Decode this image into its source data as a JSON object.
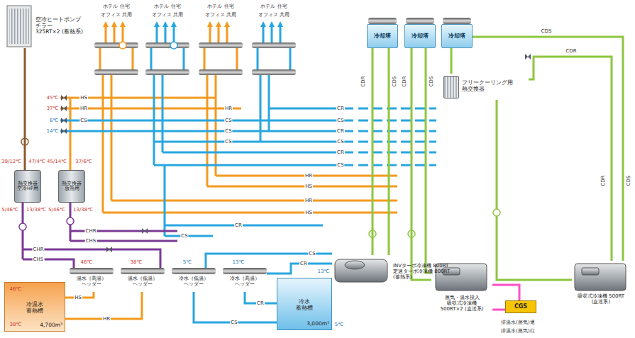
{
  "diagram": {
    "nodes": [
      {
        "text": [
          "空冷ヒートポンプ チラー",
          "325RT×2 (蓄熱系)"
        ]
      },
      {
        "text": [
          "冷却塔"
        ]
      },
      {
        "text": [
          "冷却塔"
        ]
      },
      {
        "text": [
          "冷却塔"
        ]
      },
      {
        "text": [
          "フリークーリング用 熱交換器"
        ]
      },
      {
        "text": [
          "熱交換器 空冷HP用"
        ]
      },
      {
        "text": [
          "熱交換器 放熱用"
        ]
      },
      {
        "text": [
          "温水（高温） ヘッダー"
        ]
      },
      {
        "text": [
          "温水（低温） ヘッダー"
        ]
      },
      {
        "text": [
          "冷水（低温） ヘッダー"
        ]
      },
      {
        "text": [
          "冷水（高温） ヘッダー"
        ]
      },
      {
        "text": [
          "冷温水 蓄熱槽",
          "4,700m³"
        ]
      },
      {
        "text": [
          "冷水 蓄熱槽",
          "3,000m³"
        ]
      },
      {
        "text": [
          "INVターボ冷凍機 800RT",
          "定速ターボ冷凍機 800RT",
          "(蓄熱系)"
        ]
      },
      {
        "text": [
          "蒸気・温水投入 吸収式冷凍機 500RT×2 (直送系)"
        ]
      },
      {
        "text": [
          "CGS"
        ]
      },
      {
        "text": [
          "吸収式冷凍機 500RT (直送系)"
        ]
      }
    ],
    "edges": [
      {
        "from": 1,
        "to": 13,
        "label": "CDR",
        "arrow": "none"
      },
      {
        "from": 1,
        "to": 13,
        "label": "CDS",
        "arrow": "none"
      },
      {
        "from": 2,
        "to": 14,
        "label": "CDR",
        "arrow": "none"
      },
      {
        "from": 2,
        "to": 14,
        "label": "CDS",
        "arrow": "none"
      },
      {
        "from": 3,
        "to": 4,
        "arrow": "none"
      },
      {
        "from": 3,
        "to": 16,
        "label": "CDS",
        "arrow": "none"
      },
      {
        "from": 4,
        "to": 16,
        "label": "CDR",
        "arrow": "none"
      },
      {
        "from": 15,
        "to": 14,
        "label": "排温水(蒸気)還",
        "arrow": "none"
      },
      {
        "from": 15,
        "to": 14,
        "label": "排温水(蒸気)往",
        "arrow": "none"
      },
      {
        "from": 11,
        "to": 7,
        "label": "HS",
        "arrow": "none"
      },
      {
        "from": 11,
        "to": 8,
        "label": "HR",
        "arrow": "none"
      },
      {
        "from": 12,
        "to": 9,
        "label": "CS",
        "arrow": "none"
      },
      {
        "from": 12,
        "to": 10,
        "label": "CR",
        "arrow": "none"
      },
      {
        "from": 13,
        "to": 10,
        "label": "CR",
        "arrow": "none"
      },
      {
        "from": 13,
        "to": 9,
        "label": "CS",
        "arrow": "none"
      },
      {
        "from": 0,
        "to": 5,
        "arrow": "none"
      }
    ],
    "labels": [
      "ホテル 住宅",
      "オフィス 共用",
      "ホテル 住宅",
      "オフィス 共用",
      "ホテル 住宅",
      "オフィス 共用",
      "ホテル 住宅",
      "オフィス 共用",
      "45℃",
      "37℃",
      "6℃",
      "14℃",
      "HS",
      "HR",
      "CS",
      "HR",
      "CS",
      "CS",
      "CS",
      "CR",
      "CS",
      "CR",
      "CS",
      "CR",
      "CS",
      "HR",
      "HS",
      "HR",
      "HS",
      "39/12℃",
      "47/4℃",
      "45/14℃",
      "37/6℃",
      "5/46℃",
      "13/38℃",
      "5/46℃",
      "13/38℃",
      "CHR",
      "CHS",
      "CHR",
      "CHS",
      "CS",
      "CR",
      "46℃",
      "38℃",
      "5℃",
      "13℃",
      "46℃",
      "38℃",
      "13℃",
      "5℃",
      "CDR",
      "CDS"
    ]
  }
}
